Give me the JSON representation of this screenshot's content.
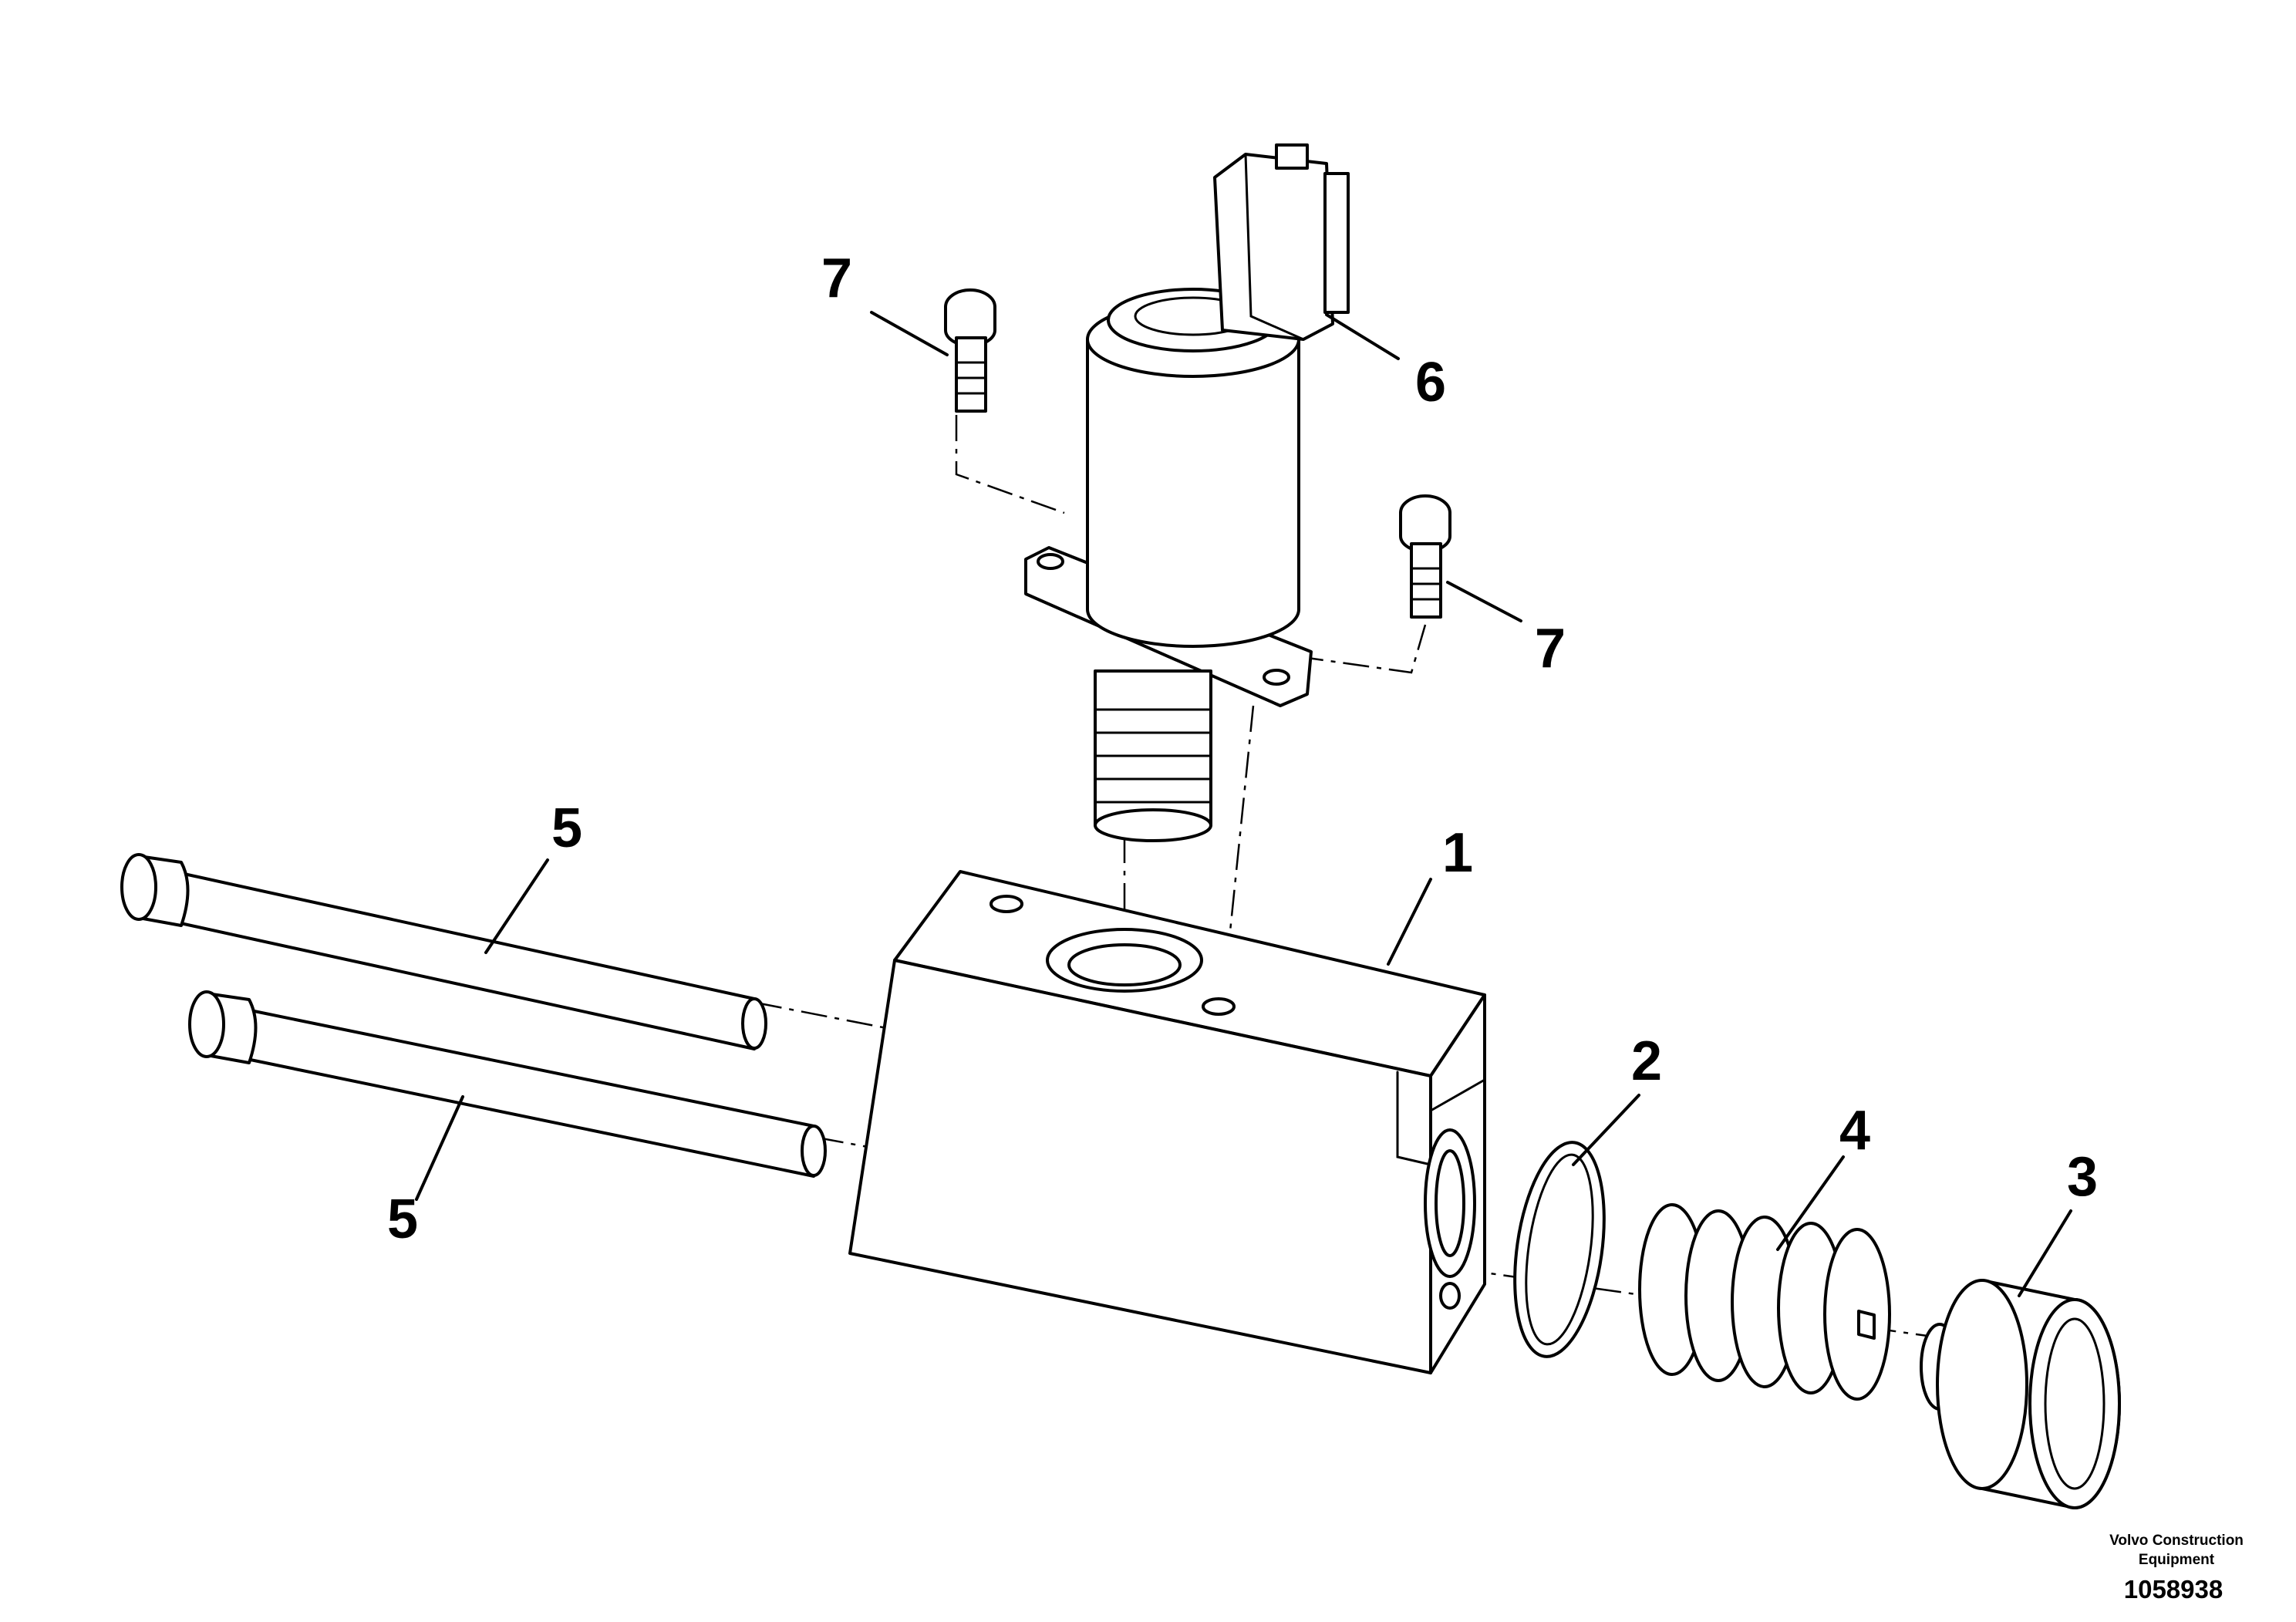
{
  "callouts": {
    "housing": "1",
    "o_ring": "2",
    "plug": "3",
    "spring": "4",
    "bolt_upper": "5",
    "bolt_lower": "5",
    "solenoid_valve": "6",
    "screw_left": "7",
    "screw_right": "7"
  },
  "credit": {
    "line1": "Volvo Construction",
    "line2": "Equipment",
    "document_number": "1058938"
  }
}
